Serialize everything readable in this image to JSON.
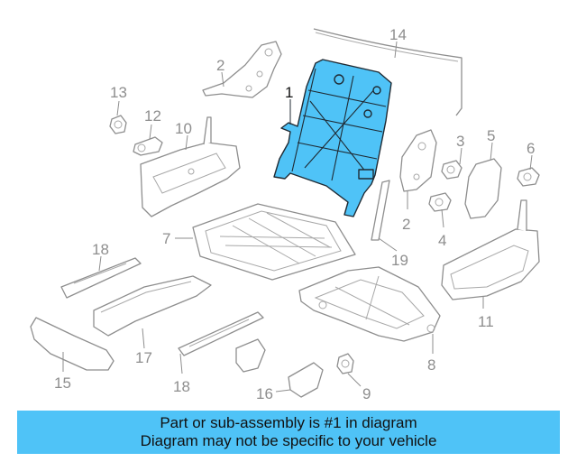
{
  "callouts": {
    "c1": "1",
    "c2a": "2",
    "c2b": "2",
    "c3": "3",
    "c4": "4",
    "c5": "5",
    "c6": "6",
    "c7": "7",
    "c8": "8",
    "c9": "9",
    "c10": "10",
    "c11": "11",
    "c12": "12",
    "c13": "13",
    "c14": "14",
    "c15": "15",
    "c16": "16",
    "c17": "17",
    "c18a": "18",
    "c18b": "18",
    "c19": "19"
  },
  "highlighted_part": "1",
  "colors": {
    "highlight": "#4fc3f7",
    "banner": "#4fc3f7",
    "line": "#8e8e8e"
  },
  "banner": {
    "line1": "Part or sub-assembly is #1 in diagram",
    "line2": "Diagram may not be specific to your vehicle"
  }
}
